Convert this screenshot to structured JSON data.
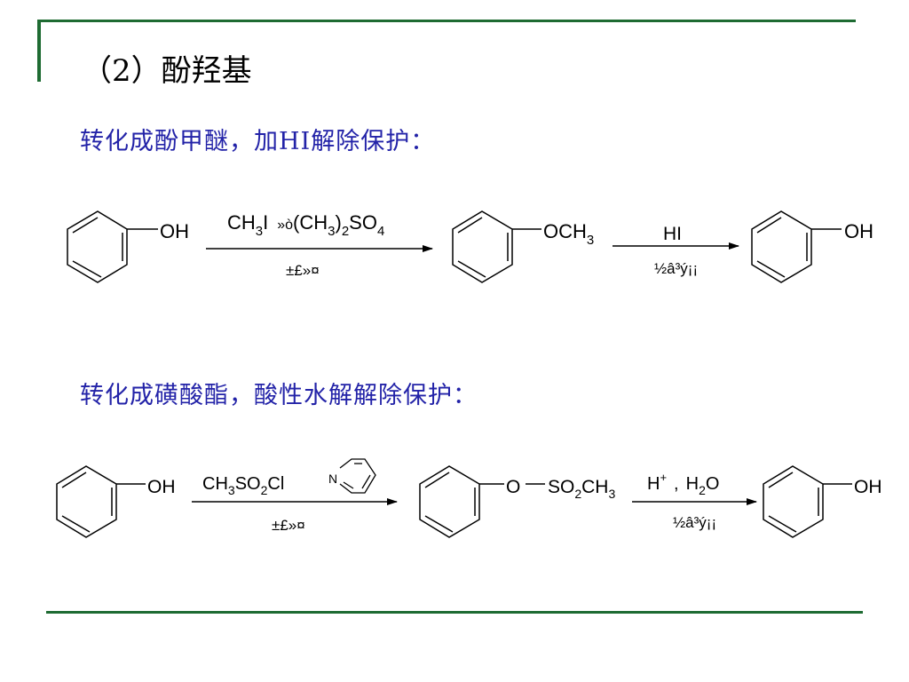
{
  "title": "（2）酚羟基",
  "colors": {
    "accent_bar": "#1e6b32",
    "subtitle_text": "#2323a8",
    "ink": "#000000"
  },
  "reaction1": {
    "heading": "转化成酚甲醚，加HI解除保护：",
    "start_group": "OH",
    "step1": {
      "reagent_a": "CH",
      "reagent_a_sub": "3",
      "reagent_a_tail": "I",
      "sep": "»ò",
      "reagent_b_open": "(CH",
      "reagent_b_sub1": "3",
      "reagent_b_mid": ")",
      "reagent_b_sub2": "2",
      "reagent_b_tail": "SO",
      "reagent_b_sub3": "4",
      "below": "±£»¤"
    },
    "intermediate_group": "OCH",
    "intermediate_group_sub": "3",
    "step2": {
      "above": "HI",
      "below": "½â³ý¡¡"
    },
    "product_group": "OH"
  },
  "reaction2": {
    "heading": "转化成磺酸酯，酸性水解解除保护：",
    "start_group": "OH",
    "step1": {
      "reagent": "CH",
      "reagent_sub1": "3",
      "reagent_mid": "SO",
      "reagent_sub2": "2",
      "reagent_tail": "Cl",
      "pyridine_atom": "N",
      "below": "±£»¤"
    },
    "intermediate": {
      "o": "O",
      "group": "SO",
      "group_sub1": "2",
      "group_mid": "CH",
      "group_sub2": "3"
    },
    "step2": {
      "acid": "H",
      "acid_sup": "+",
      "comma": ",",
      "water": "H",
      "water_sub": "2",
      "water_tail": "O",
      "below": "½â³ý¡¡"
    },
    "product_group": "OH"
  }
}
